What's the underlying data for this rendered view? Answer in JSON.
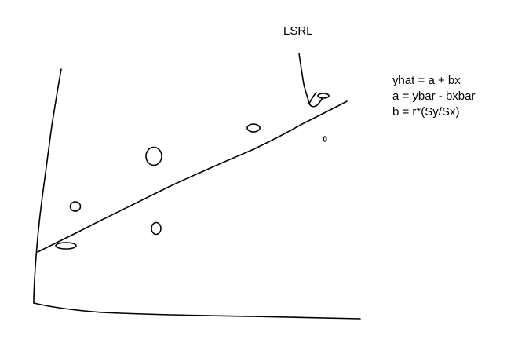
{
  "annotation": {
    "label": "LSRL"
  },
  "formulas": [
    "yhat = a + bx",
    "a = ybar - bxbar",
    "b = r*(Sy/Sx)"
  ],
  "colors": {
    "ink": "#000000",
    "background": "#ffffff"
  }
}
